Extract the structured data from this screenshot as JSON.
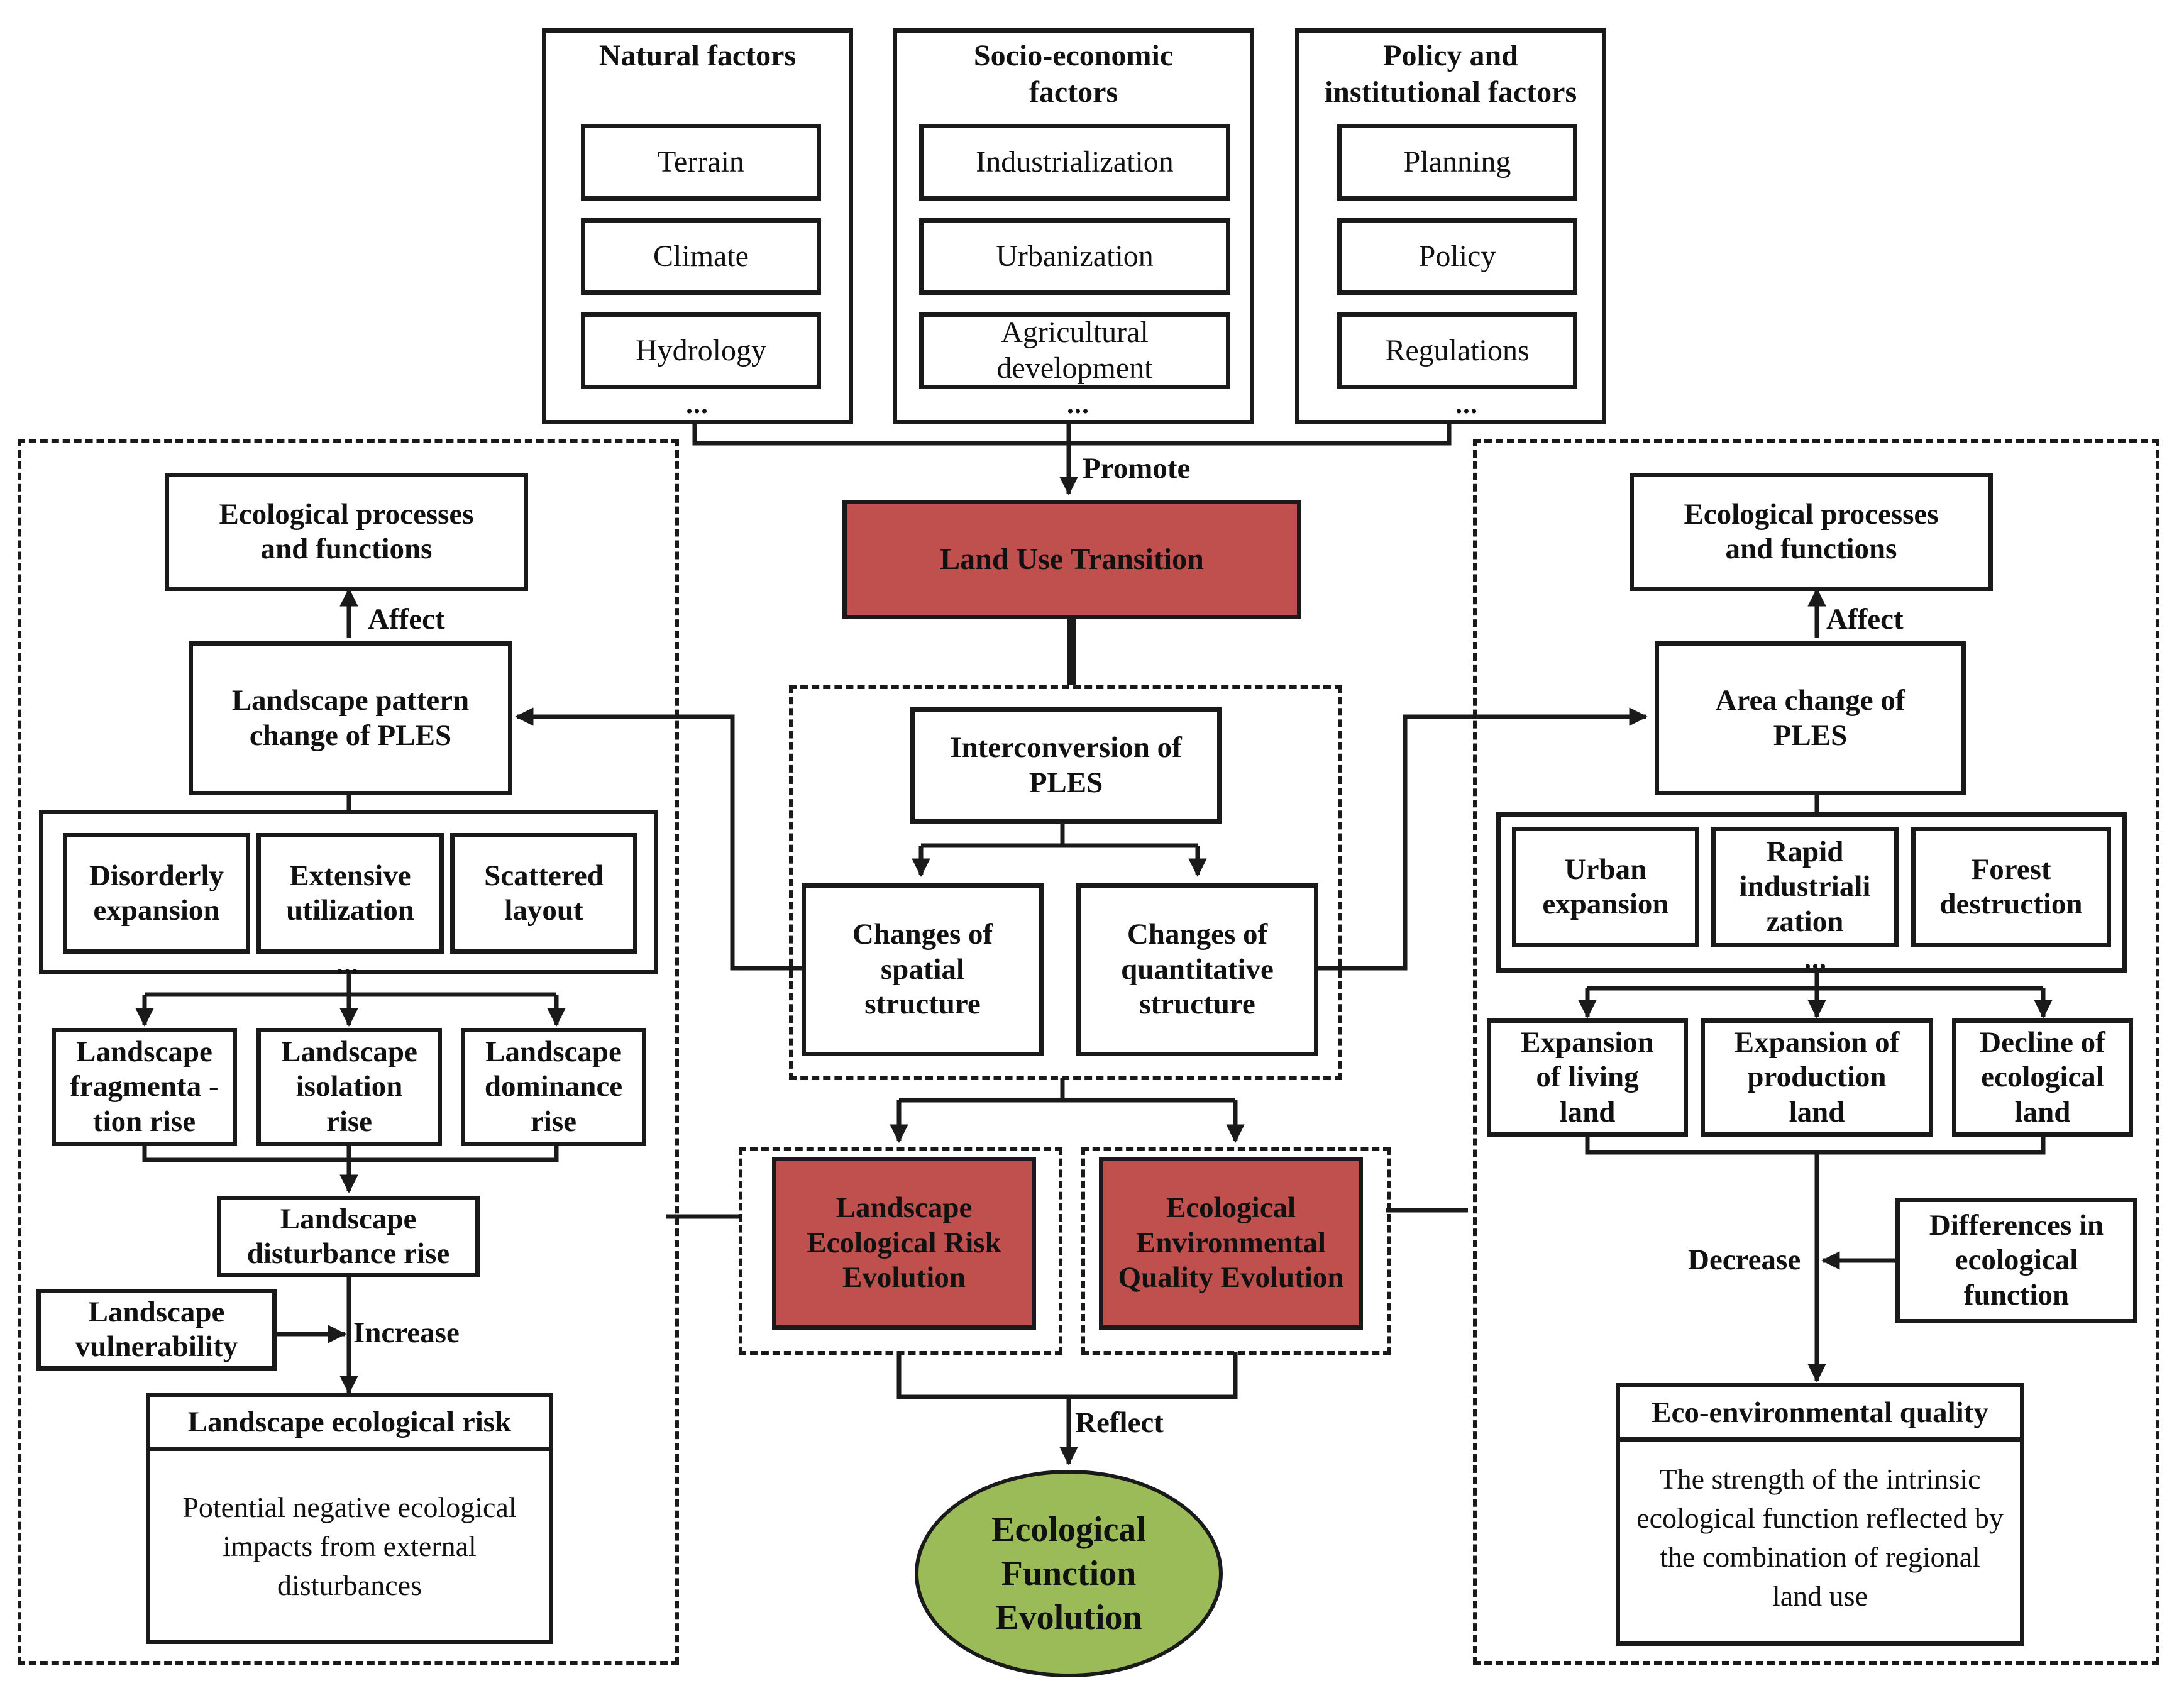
{
  "factors": {
    "natural": {
      "title": "Natural factors",
      "items": [
        "Terrain",
        "Climate",
        "Hydrology"
      ],
      "more": "..."
    },
    "socio": {
      "title": "Socio-economic factors",
      "items": [
        "Industrialization",
        "Urbanization",
        "Agricultural development"
      ],
      "more": "..."
    },
    "policy": {
      "title": "Policy and institutional factors",
      "items": [
        "Planning",
        "Policy",
        "Regulations"
      ],
      "more": "..."
    }
  },
  "center": {
    "promote": "Promote",
    "land_use_transition": "Land Use Transition",
    "interconversion": "Interconversion of PLES",
    "spatial": "Changes of spatial structure",
    "quantitative": "Changes of quantitative structure",
    "risk_evolution": "Landscape Ecological Risk Evolution",
    "quality_evolution": "Ecological Environmental Quality Evolution",
    "reflect": "Reflect",
    "function_evolution": "Ecological Function Evolution"
  },
  "left": {
    "eco_processes": "Ecological processes and functions",
    "affect": "Affect",
    "pattern_change": "Landscape pattern change of PLES",
    "drivers": [
      "Disorderly expansion",
      "Extensive utilization",
      "Scattered layout"
    ],
    "more": "...",
    "effects": [
      "Landscape fragmenta -tion rise",
      "Landscape isolation rise",
      "Landscape dominance rise"
    ],
    "disturbance": "Landscape disturbance rise",
    "vulnerability": "Landscape vulnerability",
    "increase": "Increase",
    "risk_title": "Landscape ecological risk",
    "risk_desc": "Potential negative ecological impacts from external disturbances"
  },
  "right": {
    "eco_processes": "Ecological processes and functions",
    "affect": "Affect",
    "area_change": "Area change of PLES",
    "drivers": [
      "Urban expansion",
      "Rapid industriali zation",
      "Forest destruction"
    ],
    "more": "...",
    "effects": [
      "Expansion of living land",
      "Expansion of production land",
      "Decline of ecological land"
    ],
    "decrease": "Decrease",
    "differences": "Differences in ecological function",
    "quality_title": "Eco-environmental quality",
    "quality_desc": "The strength of the intrinsic ecological function reflected by the combination of regional land use"
  },
  "colors": {
    "highlight_red": "#c0504d",
    "ellipse_green": "#9bbb59",
    "line": "#1a1a1a"
  }
}
